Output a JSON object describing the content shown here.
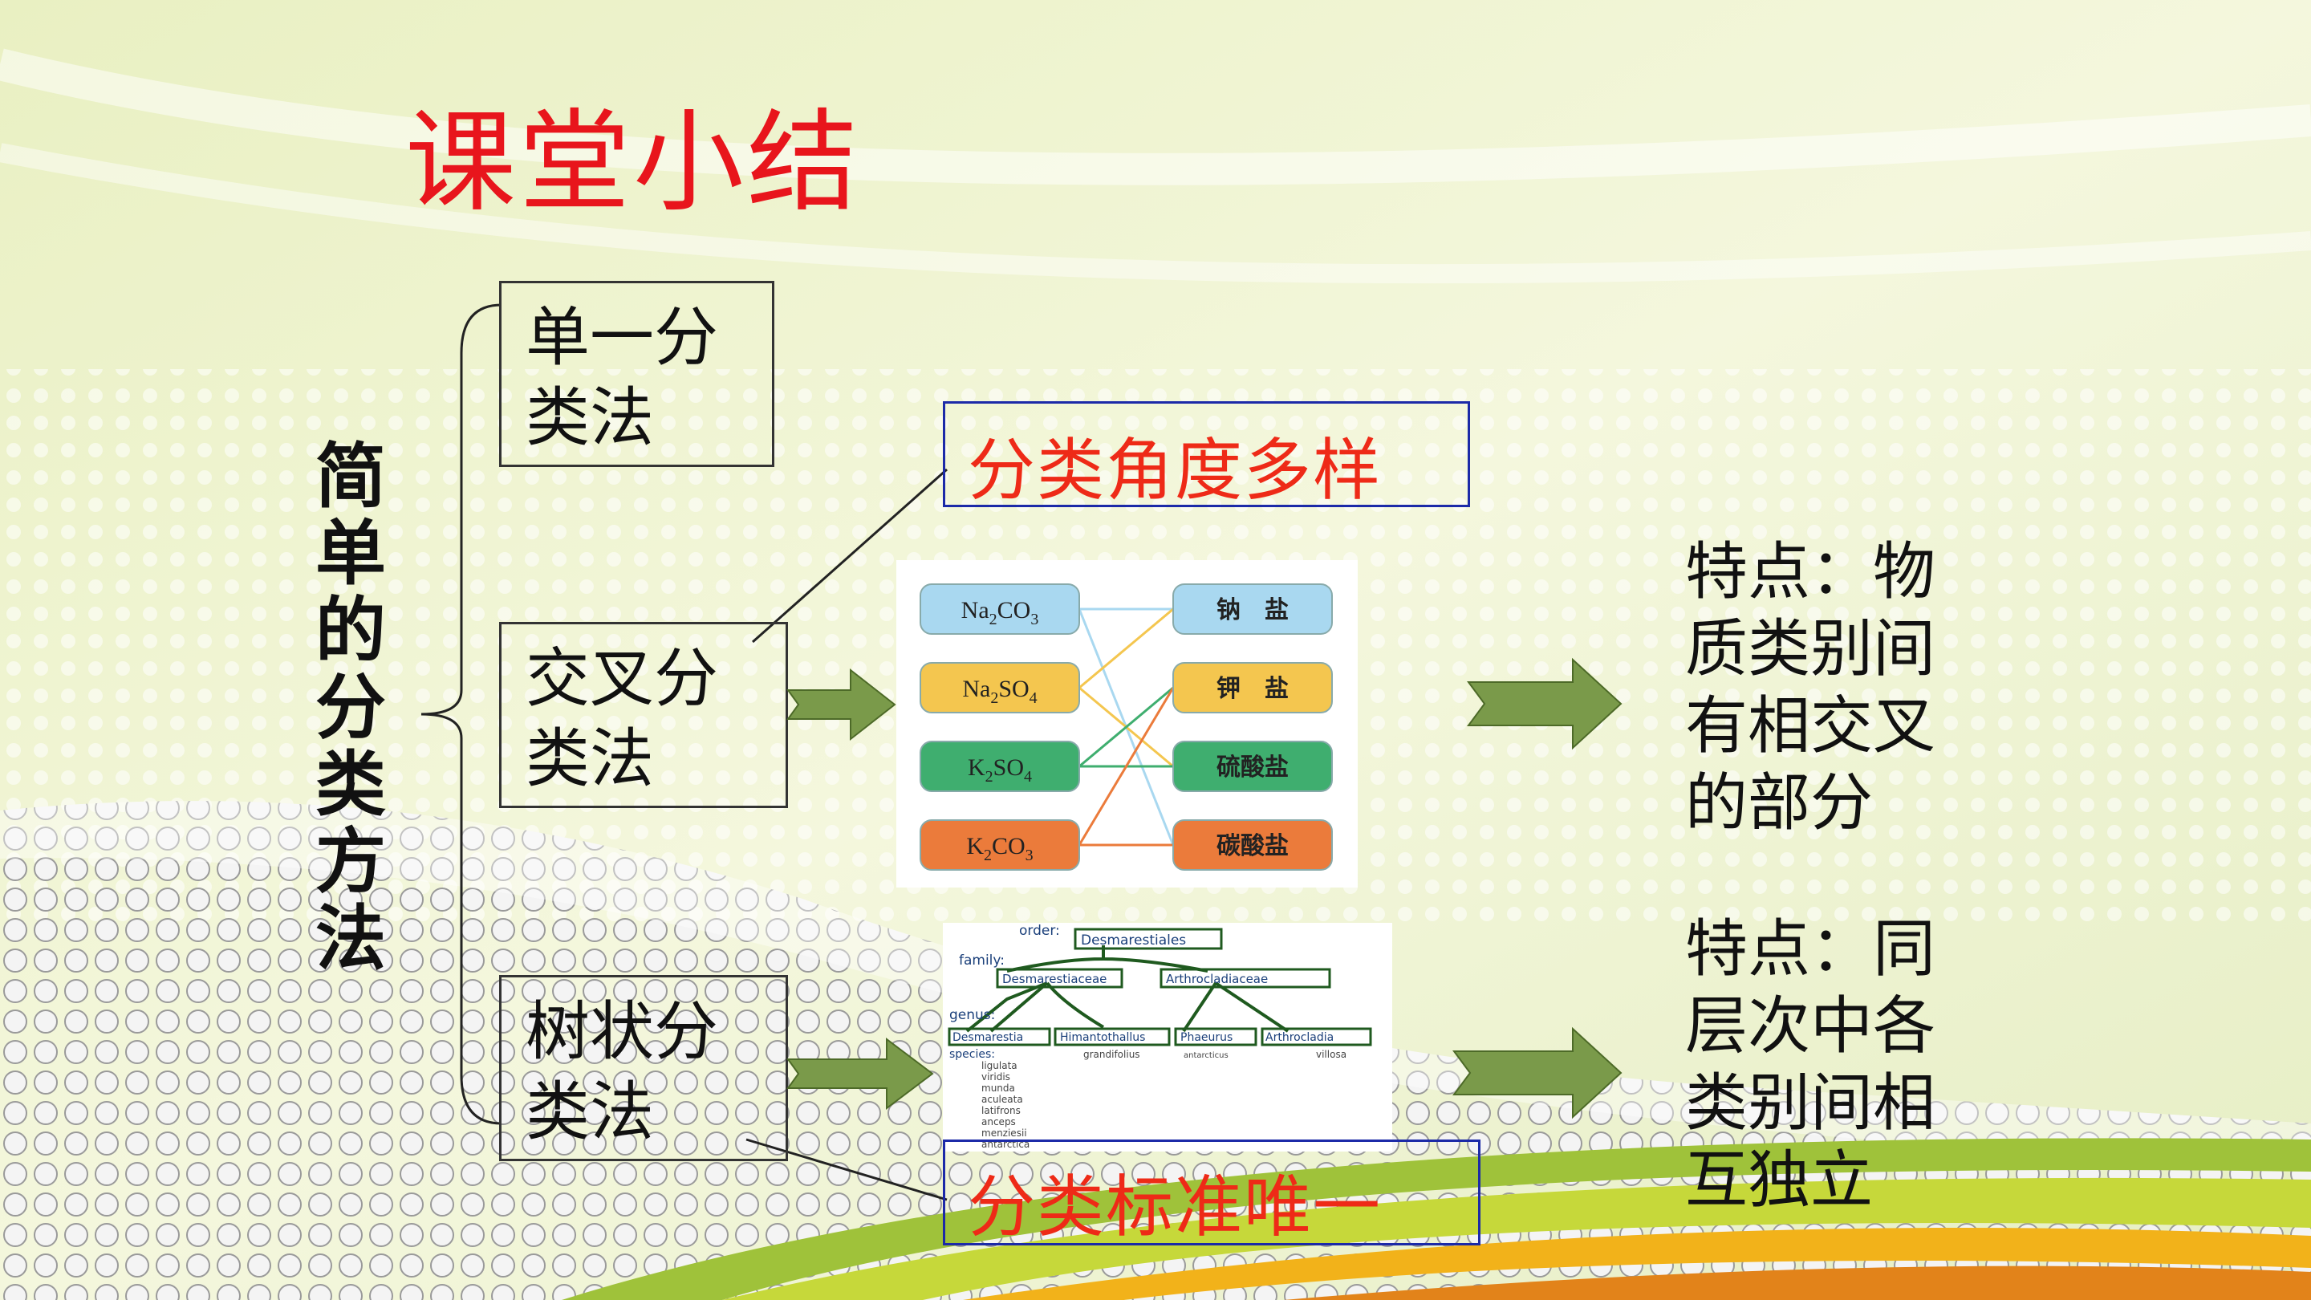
{
  "title": "课堂小结",
  "main_label": "简单的分类方法",
  "methods": [
    {
      "line1": "单一分",
      "line2": "类法"
    },
    {
      "line1": "交叉分",
      "line2": "类法"
    },
    {
      "line1": "树状分",
      "line2": "类法"
    }
  ],
  "note_top": "分类角度多样",
  "note_bottom": "分类标准唯一",
  "cross_left": [
    {
      "base": "Na",
      "sub": "2",
      "rest": "CO",
      "sub2": "3",
      "color": "#a9d8f0"
    },
    {
      "base": "Na",
      "sub": "2",
      "rest": "SO",
      "sub2": "4",
      "color": "#f4c64f"
    },
    {
      "base": "K",
      "sub": "2",
      "rest": "SO",
      "sub2": "4",
      "color": "#3fae6f"
    },
    {
      "base": "K",
      "sub": "2",
      "rest": "CO",
      "sub2": "3",
      "color": "#eb7b3b"
    }
  ],
  "cross_right": [
    {
      "label": "钠　盐",
      "color": "#a9d8f0"
    },
    {
      "label": "钾　盐",
      "color": "#f4c64f"
    },
    {
      "label": "硫酸盐",
      "color": "#3fae6f"
    },
    {
      "label": "碳酸盐",
      "color": "#eb7b3b"
    }
  ],
  "tree": {
    "order_label": "order:",
    "order": "Desmarestiales",
    "family_label": "family:",
    "families": [
      "Desmarestiaceae",
      "Arthrocladiaceae"
    ],
    "genus_label": "genus:",
    "genera": [
      "Desmarestia",
      "Himantothallus",
      "Phaeurus",
      "Arthrocladia"
    ],
    "species_label": "species:",
    "species": [
      "ligulata",
      "viridis",
      "munda",
      "aculeata",
      "latifrons",
      "anceps",
      "menziesii",
      "antarctica"
    ],
    "extra": [
      "grandifolius",
      "antarcticus",
      "villosa"
    ]
  },
  "feature_cross": [
    "特点：物",
    "质类别间",
    "有相交叉",
    "的部分"
  ],
  "feature_tree": [
    "特点：同",
    "层次中各",
    "类别间相",
    "互独立"
  ],
  "colors": {
    "title": "#e8151c",
    "note": "#ee2a17",
    "note_border": "#1c2aa8",
    "arrow": "#7a9a4a"
  }
}
